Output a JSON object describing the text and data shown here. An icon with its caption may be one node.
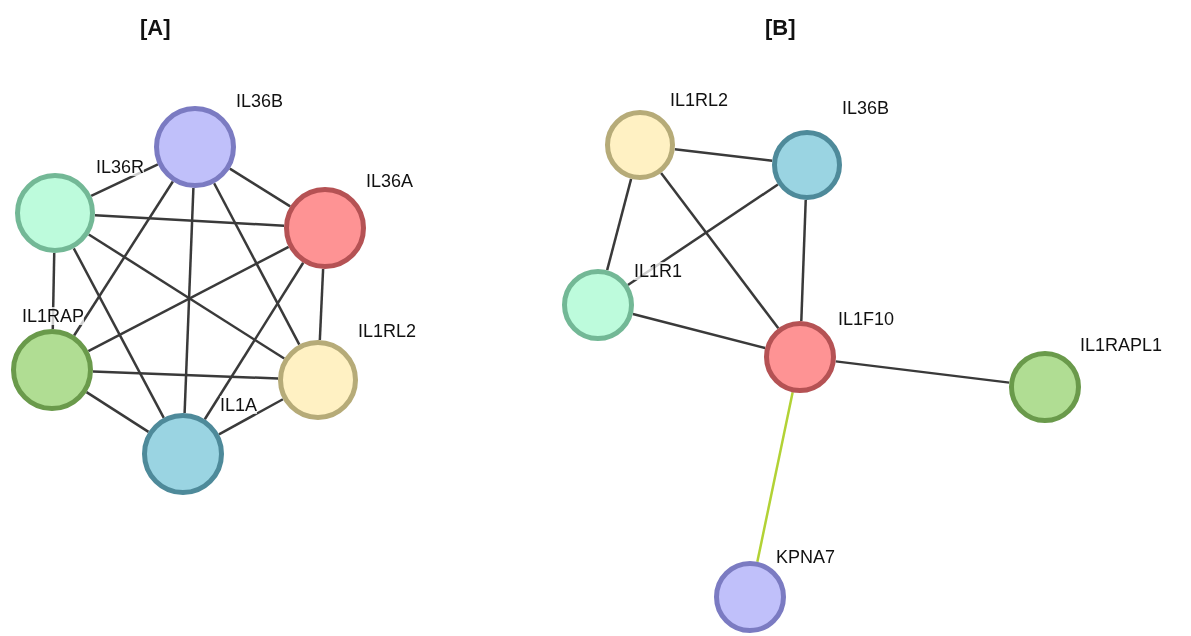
{
  "diagram": {
    "nodes": [
      {
        "text": [
          "IL36B"
        ]
      },
      {
        "text": [
          "IL36R"
        ]
      },
      {
        "text": [
          "IL36A"
        ]
      },
      {
        "text": [
          "IL1RAP"
        ]
      },
      {
        "text": [
          "IL1RL2"
        ]
      },
      {
        "text": [
          "IL1A"
        ]
      },
      {
        "text": [
          "IL1RL2"
        ]
      },
      {
        "text": [
          "IL36B"
        ]
      },
      {
        "text": [
          "IL1R1"
        ]
      },
      {
        "text": [
          "IL1F10"
        ]
      },
      {
        "text": [
          "IL1RAPL1"
        ]
      },
      {
        "text": [
          "KPNA7"
        ]
      }
    ],
    "edges": [
      {
        "from": 1,
        "to": 0,
        "arrow": "none"
      },
      {
        "from": 1,
        "to": 2,
        "arrow": "none"
      },
      {
        "from": 1,
        "to": 3,
        "arrow": "none"
      },
      {
        "from": 1,
        "to": 4,
        "arrow": "none"
      },
      {
        "from": 1,
        "to": 5,
        "arrow": "none"
      },
      {
        "from": 0,
        "to": 2,
        "arrow": "none"
      },
      {
        "from": 0,
        "to": 3,
        "arrow": "none"
      },
      {
        "from": 0,
        "to": 4,
        "arrow": "none"
      },
      {
        "from": 0,
        "to": 5,
        "arrow": "none"
      },
      {
        "from": 2,
        "to": 3,
        "arrow": "none"
      },
      {
        "from": 2,
        "to": 4,
        "arrow": "none"
      },
      {
        "from": 2,
        "to": 5,
        "arrow": "none"
      },
      {
        "from": 3,
        "to": 4,
        "arrow": "none"
      },
      {
        "from": 3,
        "to": 5,
        "arrow": "none"
      },
      {
        "from": 4,
        "to": 5,
        "arrow": "none"
      },
      {
        "from": 6,
        "to": 7,
        "arrow": "none"
      },
      {
        "from": 6,
        "to": 8,
        "arrow": "none"
      },
      {
        "from": 6,
        "to": 9,
        "arrow": "none"
      },
      {
        "from": 7,
        "to": 8,
        "arrow": "none"
      },
      {
        "from": 7,
        "to": 9,
        "arrow": "none"
      },
      {
        "from": 8,
        "to": 9,
        "arrow": "none"
      },
      {
        "from": 9,
        "to": 10,
        "arrow": "none"
      },
      {
        "from": 9,
        "to": 11,
        "arrow": "none",
        "color": "#b2d235"
      }
    ],
    "labels": [
      "[A]",
      "[B]"
    ]
  }
}
